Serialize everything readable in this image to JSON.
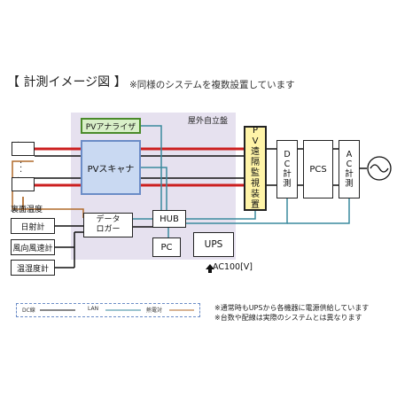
{
  "header": {
    "title": "【 計測イメージ図 】",
    "note": "※同様のシステムを複数設置しています"
  },
  "cabinet": {
    "label": "屋外自立盤"
  },
  "boxes": {
    "analyzer": "PVアナライザ",
    "scanner": "PVスキャナ",
    "pv_device": [
      "P",
      "V",
      "遠",
      "隔",
      "監",
      "視",
      "装",
      "置"
    ],
    "dc": [
      "D",
      "C",
      "計",
      "測"
    ],
    "pcs": "PCS",
    "ac": [
      "A",
      "C",
      "計",
      "測"
    ],
    "data_logger": [
      "データ",
      "ロガー"
    ],
    "hub": "HUB",
    "pc": "PC",
    "ups": "UPS"
  },
  "sensors": {
    "back_temp": "裏面温度",
    "pyranometer": "日射計",
    "anemometer": "風向風速計",
    "thermometer": "温湿度計"
  },
  "power": {
    "ac100": "AC100[V]"
  },
  "legend": {
    "dc_line": "DC線",
    "lan": "LAN",
    "thermocouple": "熱電対"
  },
  "footnotes": [
    "※通常時もUPSから各機器に電源供給しています",
    "※台数や配線は実際のシステムとは異なります"
  ],
  "colors": {
    "dc_line": "#cc1f1f",
    "lan": "#3a8a9e",
    "thermocouple": "#b06a2a",
    "cabinet": "#e6e1ef",
    "analyzer": "#d8efc8",
    "scanner": "#c9d9f2",
    "pv_device": "#fff4a8"
  }
}
